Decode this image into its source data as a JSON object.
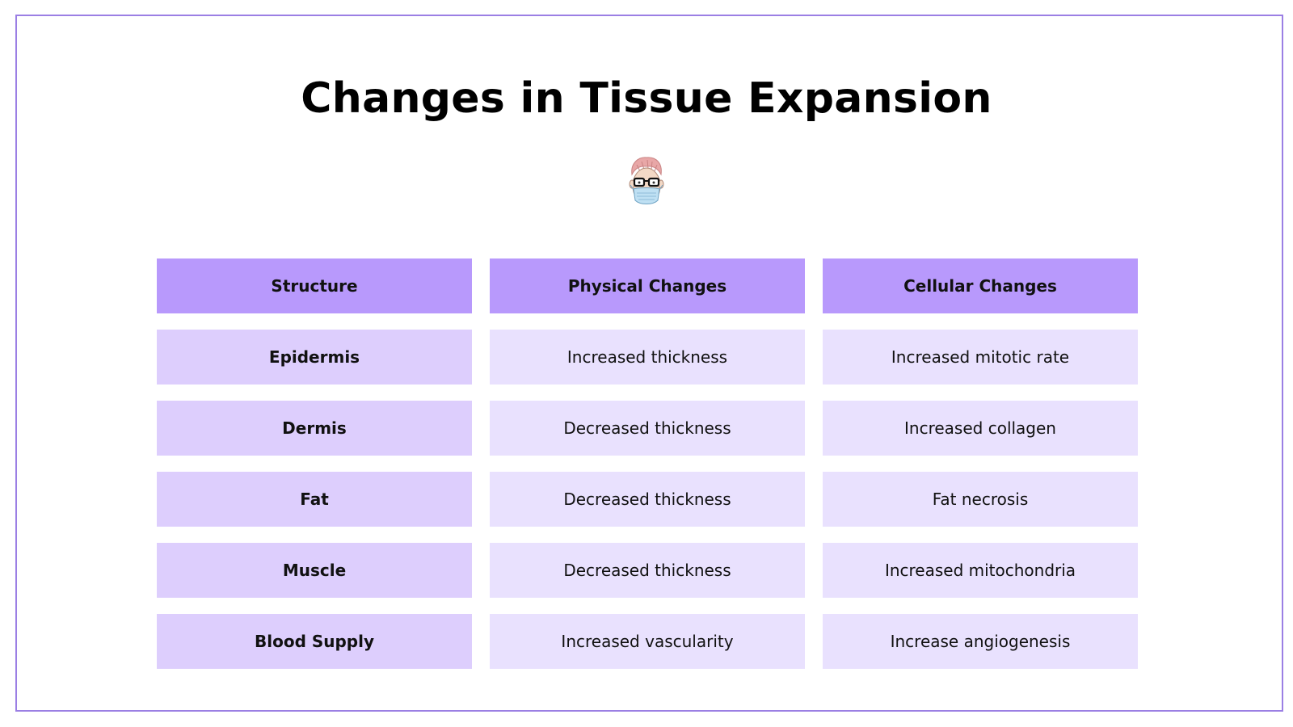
{
  "page": {
    "title": "Changes in Tissue Expansion",
    "accent_color": "#9b7fe4",
    "avatar_icon": "doctor-avatar-with-glasses-and-mask"
  },
  "table": {
    "headers": [
      "Structure",
      "Physical Changes",
      "Cellular Changes"
    ],
    "header_color": "#b899fc",
    "row_label_color": "#ddcefd",
    "cell_color": "#e9e1fe",
    "rows": [
      {
        "structure": "Epidermis",
        "physical": "Increased thickness",
        "cellular": "Increased mitotic rate"
      },
      {
        "structure": "Dermis",
        "physical": "Decreased thickness",
        "cellular": "Increased collagen"
      },
      {
        "structure": "Fat",
        "physical": "Decreased thickness",
        "cellular": "Fat necrosis"
      },
      {
        "structure": "Muscle",
        "physical": "Decreased thickness",
        "cellular": "Increased mitochondria"
      },
      {
        "structure": "Blood Supply",
        "physical": "Increased vascularity",
        "cellular": "Increase angiogenesis"
      }
    ]
  }
}
